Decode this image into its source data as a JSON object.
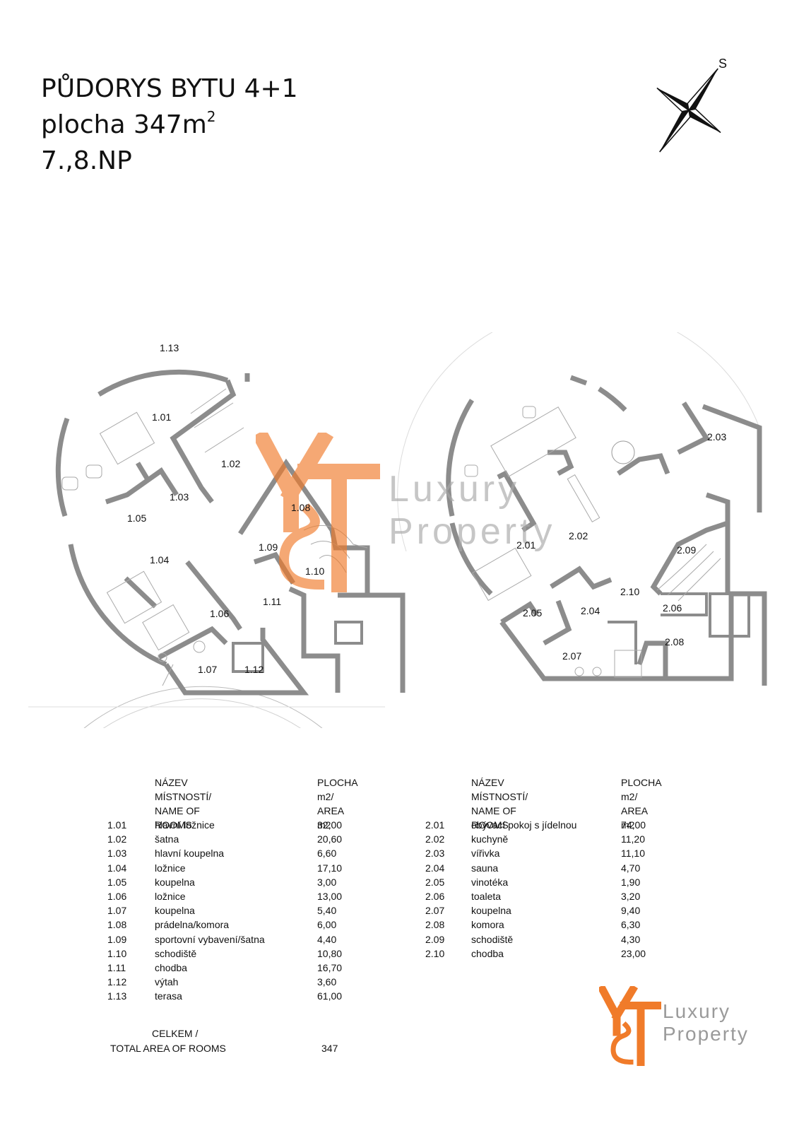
{
  "title": {
    "line1": "PŮDORYS BYTU 4+1",
    "line2_prefix": "plocha 347m",
    "line2_sup": "2",
    "line3": "7.,8.NP"
  },
  "compass": {
    "letter": "S"
  },
  "watermark": {
    "word1": "Luxury",
    "word2": "Property"
  },
  "logo": {
    "word1": "Luxury",
    "word2": "Property"
  },
  "colors": {
    "accent": "#f07b2a",
    "walls": "#8c8c8c",
    "wm_text": "#a8a8a8"
  },
  "plan_labels": [
    {
      "id": "1.13"
    },
    {
      "id": "1.01"
    },
    {
      "id": "1.02"
    },
    {
      "id": "1.03"
    },
    {
      "id": "1.05"
    },
    {
      "id": "1.08"
    },
    {
      "id": "1.09"
    },
    {
      "id": "1.10"
    },
    {
      "id": "1.04"
    },
    {
      "id": "1.11"
    },
    {
      "id": "1.06"
    },
    {
      "id": "1.07"
    },
    {
      "id": "1.12"
    },
    {
      "id": "2.03"
    },
    {
      "id": "2.02"
    },
    {
      "id": "2.01"
    },
    {
      "id": "2.09"
    },
    {
      "id": "2.10"
    },
    {
      "id": "2.05"
    },
    {
      "id": "2.04"
    },
    {
      "id": "2.06"
    },
    {
      "id": "2.08"
    },
    {
      "id": "2.07"
    }
  ],
  "table_left": {
    "header_name": "NÁZEV MÍSTNOSTÍ/\nNAME OF ROOMS",
    "header_area": "PLOCHA m2/\nAREA m2",
    "rows": [
      {
        "id": "1.01",
        "name": "hlavní ložnice",
        "area": "32,00"
      },
      {
        "id": "1.02",
        "name": "šatna",
        "area": "20,60"
      },
      {
        "id": "1.03",
        "name": "hlavní koupelna",
        "area": "6,60"
      },
      {
        "id": "1.04",
        "name": "ložnice",
        "area": "17,10"
      },
      {
        "id": "1.05",
        "name": "koupelna",
        "area": "3,00"
      },
      {
        "id": "1.06",
        "name": "ložnice",
        "area": "13,00"
      },
      {
        "id": "1.07",
        "name": "koupelna",
        "area": "5,40"
      },
      {
        "id": "1.08",
        "name": "prádelna/komora",
        "area": "6,00"
      },
      {
        "id": "1.09",
        "name": "sportovní vybavení/šatna",
        "area": "4,40"
      },
      {
        "id": "1.10",
        "name": "schodiště",
        "area": "10,80"
      },
      {
        "id": "1.11",
        "name": "chodba",
        "area": "16,70"
      },
      {
        "id": "1.12",
        "name": "výtah",
        "area": "3,60"
      },
      {
        "id": "1.13",
        "name": "terasa",
        "area": "61,00"
      }
    ]
  },
  "table_right": {
    "header_name": "NÁZEV MÍSTNOSTÍ/\nNAME OF ROOMS",
    "header_area": "PLOCHA m2/\nAREA m2",
    "rows": [
      {
        "id": "2.01",
        "name": "obývací pokoj s jídelnou",
        "area": "74,00"
      },
      {
        "id": "2.02",
        "name": "kuchyně",
        "area": "11,20"
      },
      {
        "id": "2.03",
        "name": "vířivka",
        "area": "11,10"
      },
      {
        "id": "2.04",
        "name": "sauna",
        "area": "4,70"
      },
      {
        "id": "2.05",
        "name": "vinotéka",
        "area": "1,90"
      },
      {
        "id": "2.06",
        "name": "toaleta",
        "area": "3,20"
      },
      {
        "id": "2.07",
        "name": "koupelna",
        "area": "9,40"
      },
      {
        "id": "2.08",
        "name": "komora",
        "area": "6,30"
      },
      {
        "id": "2.09",
        "name": "schodiště",
        "area": "4,30"
      },
      {
        "id": "2.10",
        "name": "chodba",
        "area": "23,00"
      }
    ]
  },
  "total": {
    "label_line1": "CELKEM /",
    "label_line2": "TOTAL AREA OF ROOMS",
    "value": "347"
  }
}
